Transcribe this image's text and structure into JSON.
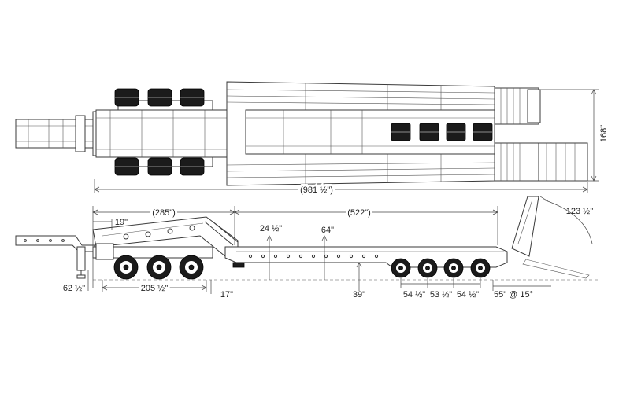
{
  "dimensions": {
    "overall_length": "(981 ½\")",
    "overall_width": "168\"",
    "gooseneck_length": "(285\")",
    "deck_length": "(522\")",
    "kingpin_setback": "19\"",
    "deck_height_front": "24 ½\"",
    "beam_height": "64\"",
    "ramp_length": "123 ½\"",
    "fifth_wheel_height": "62 ½\"",
    "front_axle_group": "205 ½\"",
    "front_axle_offset": "17\"",
    "deck_clearance": "39\"",
    "rear_spacing_1": "54 ½\"",
    "rear_spacing_2": "53 ½\"",
    "rear_spacing_3": "54 ½\"",
    "ramp_angle": "55\" @ 15°"
  },
  "colors": {
    "line": "#3a3a3a",
    "tire": "#1b1b1b",
    "background": "#ffffff"
  }
}
